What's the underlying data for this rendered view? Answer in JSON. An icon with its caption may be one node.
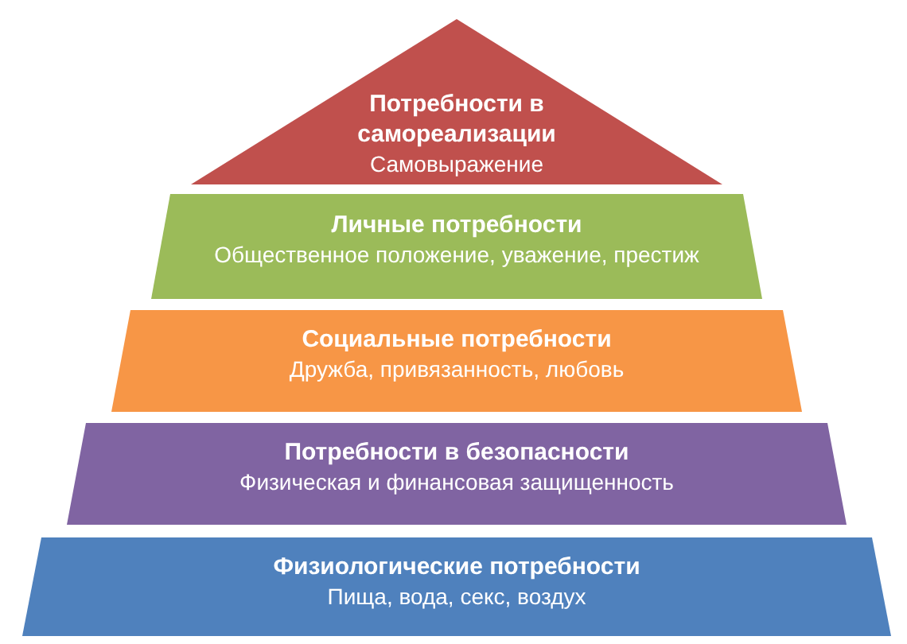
{
  "diagram": {
    "nodes": [
      {
        "text": [
          "Потребности в самореализации",
          "Самовыражение"
        ]
      },
      {
        "text": [
          "Личные потребности",
          "Общественное положение, уважение, престиж"
        ]
      },
      {
        "text": [
          "Социальные потребности",
          "Дружба, привязанность, любовь"
        ]
      },
      {
        "text": [
          "Потребности в безопасности",
          "Физическая и финансовая защищенность"
        ]
      },
      {
        "text": [
          "Физиологические потребности",
          "Пища, вода, секс, воздух"
        ]
      }
    ]
  }
}
